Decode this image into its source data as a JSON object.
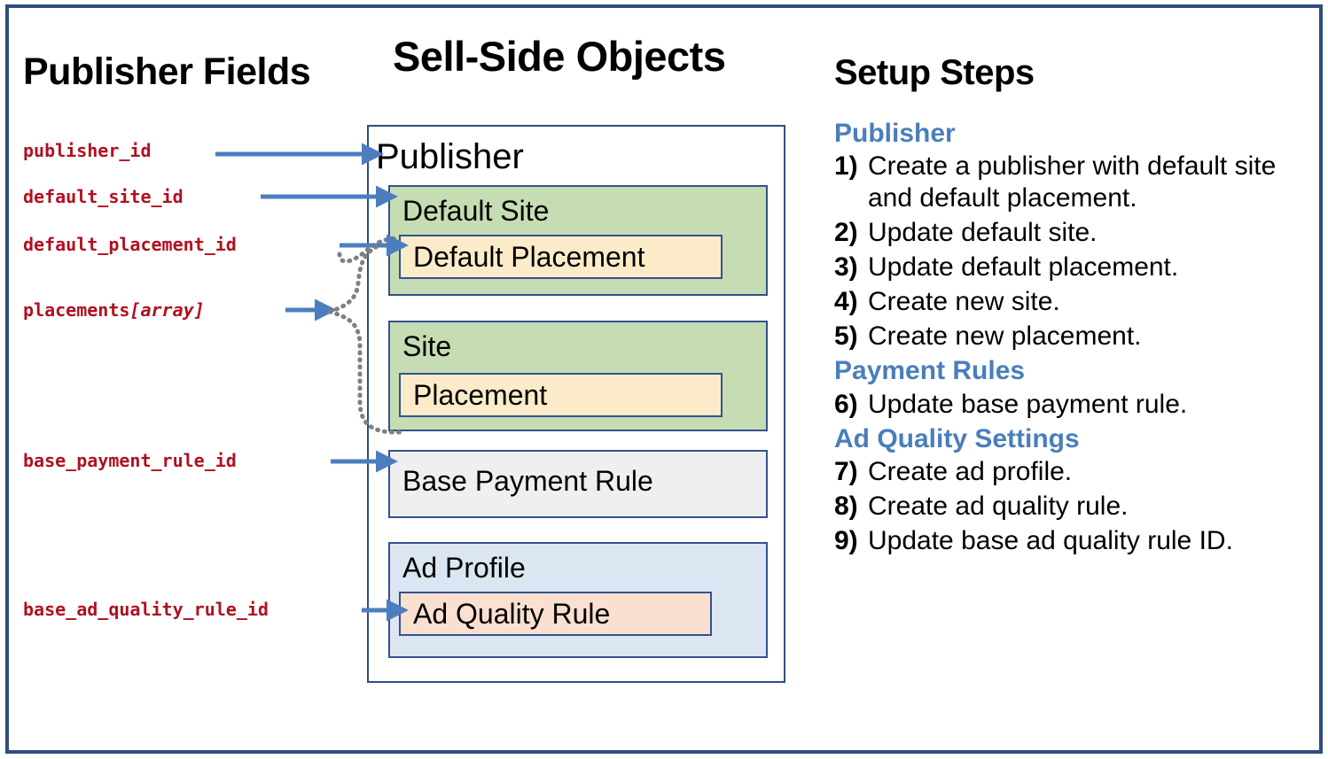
{
  "columns": {
    "left_title": "Publisher Fields",
    "middle_title": "Sell-Side Objects",
    "right_title": "Setup Steps"
  },
  "publisher_fields": [
    {
      "name": "publisher_id",
      "suffix": ""
    },
    {
      "name": "default_site_id",
      "suffix": ""
    },
    {
      "name": "default_placement_id",
      "suffix": ""
    },
    {
      "name": "placements",
      "suffix": "[array]"
    },
    {
      "name": "base_payment_rule_id",
      "suffix": ""
    },
    {
      "name": "base_ad_quality_rule_id",
      "suffix": ""
    }
  ],
  "sell_side": {
    "root_label": "Publisher",
    "objects": [
      {
        "label": "Default Site",
        "child": "Default Placement"
      },
      {
        "label": "Site",
        "child": "Placement"
      },
      {
        "label": "Base Payment Rule",
        "child": null
      },
      {
        "label": "Ad Profile",
        "child": "Ad Quality Rule"
      }
    ]
  },
  "setup_steps": {
    "groups": [
      {
        "heading": "Publisher",
        "steps": [
          {
            "num": "1)",
            "text": "Create a publisher with default site and default placement."
          },
          {
            "num": "2)",
            "text": "Update default site."
          },
          {
            "num": "3)",
            "text": "Update default placement."
          },
          {
            "num": "4)",
            "text": "Create new site."
          },
          {
            "num": "5)",
            "text": "Create new placement."
          }
        ]
      },
      {
        "heading": "Payment Rules",
        "steps": [
          {
            "num": "6)",
            "text": "Update base payment rule."
          }
        ]
      },
      {
        "heading": "Ad Quality Settings",
        "steps": [
          {
            "num": "7)",
            "text": "Create ad profile."
          },
          {
            "num": "8)",
            "text": "Create ad quality rule."
          },
          {
            "num": "9)",
            "text": "Update base ad quality rule ID."
          }
        ]
      }
    ]
  },
  "colors": {
    "frame_border": "#2E4E7E",
    "field_text": "#B01020",
    "group_heading": "#4A7EBB",
    "arrow": "#4C7EBF",
    "dotted_connector": "#808080",
    "site_fill": "#C6DCB2",
    "placement_fill": "#FCEBC8",
    "payment_rule_fill": "#EFEFEF",
    "ad_profile_fill": "#DCE6F2",
    "ad_quality_fill": "#FBE0D0",
    "box_border": "#31538F"
  }
}
